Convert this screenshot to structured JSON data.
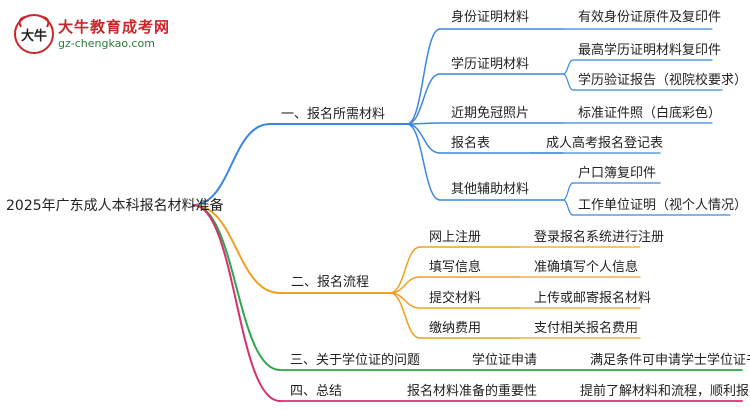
{
  "brand": {
    "name": "大牛教育成考网",
    "url": "gz-chengkao.com",
    "mark_text": "大牛",
    "colors": {
      "name": "#c8262b",
      "url": "#2a7a3c"
    }
  },
  "root": "2025年广东成人本科报名材料准备",
  "branches": [
    {
      "label": "一、报名所需材料",
      "color": "#3b86e0",
      "children": [
        {
          "label": "身份证明材料",
          "children": [
            "有效身份证原件及复印件"
          ]
        },
        {
          "label": "学历证明材料",
          "children": [
            "最高学历证明材料复印件",
            "学历验证报告（视院校要求）"
          ]
        },
        {
          "label": "近期免冠照片",
          "children": [
            "标准证件照（白底彩色）"
          ]
        },
        {
          "label": "报名表",
          "children": [
            "成人高考报名登记表"
          ]
        },
        {
          "label": "其他辅助材料",
          "children": [
            "户口簿复印件",
            "工作单位证明（视个人情况）"
          ]
        }
      ]
    },
    {
      "label": "二、报名流程",
      "color": "#f0a020",
      "children": [
        {
          "label": "网上注册",
          "children": [
            "登录报名系统进行注册"
          ]
        },
        {
          "label": "填写信息",
          "children": [
            "准确填写个人信息"
          ]
        },
        {
          "label": "提交材料",
          "children": [
            "上传或邮寄报名材料"
          ]
        },
        {
          "label": "缴纳费用",
          "children": [
            "支付相关报名费用"
          ]
        }
      ]
    },
    {
      "label": "三、关于学位证的问题",
      "color": "#2aa84a",
      "children": [
        {
          "label": "学位证申请",
          "children": [
            "满足条件可申请学士学位证书"
          ]
        }
      ]
    },
    {
      "label": "四、总结",
      "color": "#d6306e",
      "children": [
        {
          "label": "报名材料准备的重要性",
          "children": [
            "提前了解材料和流程，顺利报名"
          ]
        }
      ]
    }
  ]
}
